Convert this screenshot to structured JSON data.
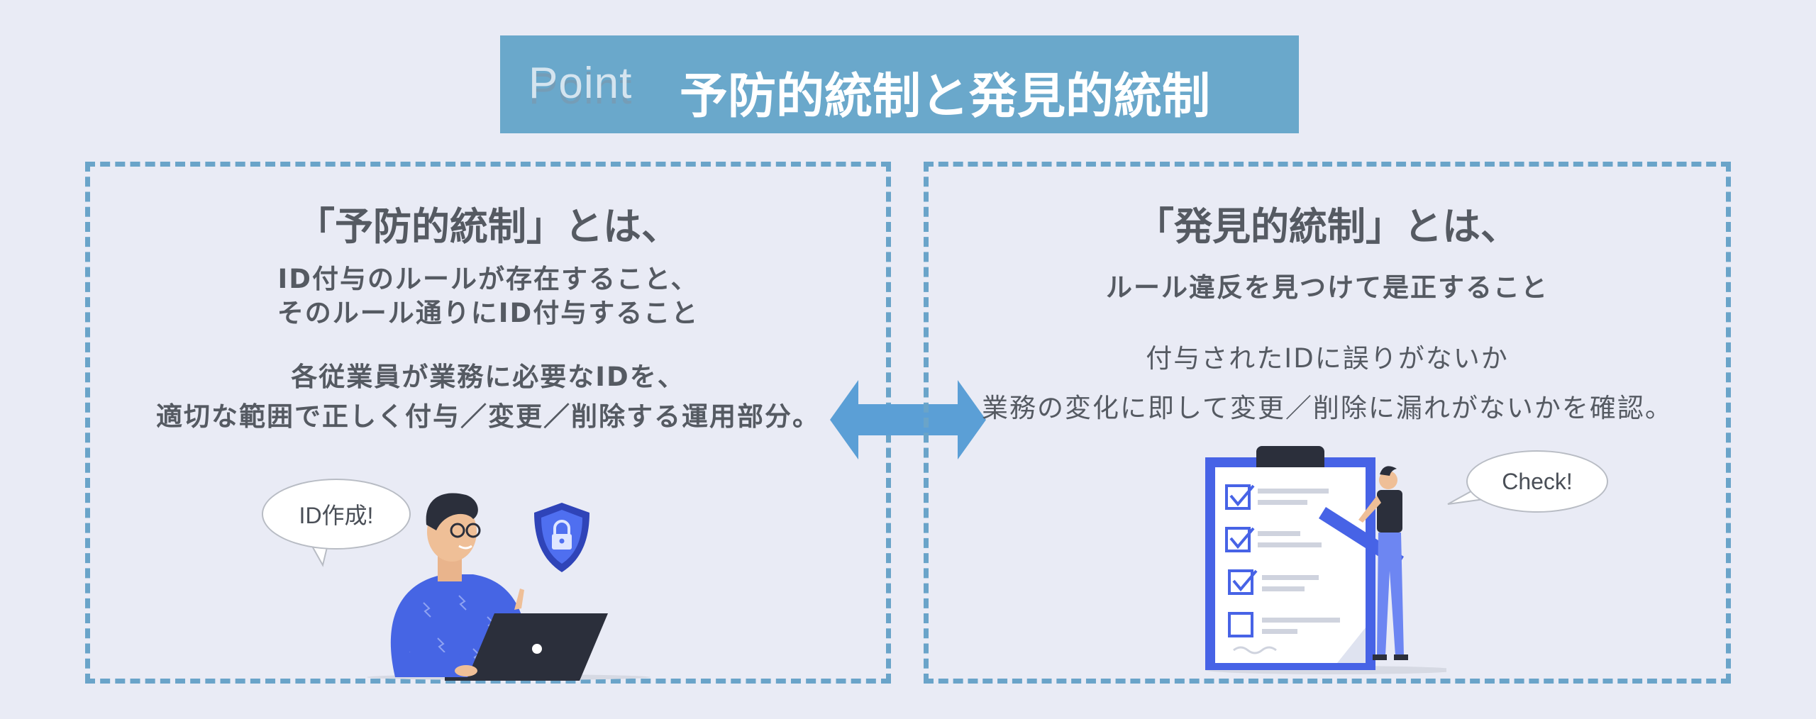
{
  "header": {
    "point_label": "Point",
    "title": "予防的統制と発見的統制"
  },
  "left_panel": {
    "heading": "「予防的統制」とは、",
    "definition_lines": [
      "ID付与のルールが存在すること、",
      "そのルール通りにID付与すること"
    ],
    "detail_lines": [
      "各従業員が業務に必要なIDを、",
      "適切な範囲で正しく付与／変更／削除する運用部分。"
    ],
    "speech_bubble": "ID作成!"
  },
  "right_panel": {
    "heading": "「発見的統制」とは、",
    "definition_lines": [
      "ルール違反を見つけて是正すること"
    ],
    "detail_lines": [
      "付与されたIDに誤りがないか",
      "業務の変化に即して変更／削除に漏れがないかを確認。"
    ],
    "speech_bubble": "Check!"
  },
  "colors": {
    "background": "#e9ebf5",
    "title_bar": "#6aa8cb",
    "dashed_border": "#6aa4c9",
    "arrow": "#5b9fd6",
    "illustration_blue": "#4763e6"
  },
  "icons": [
    "double-arrow-icon",
    "shield-lock-icon",
    "laptop-icon",
    "clipboard-checklist-icon"
  ]
}
